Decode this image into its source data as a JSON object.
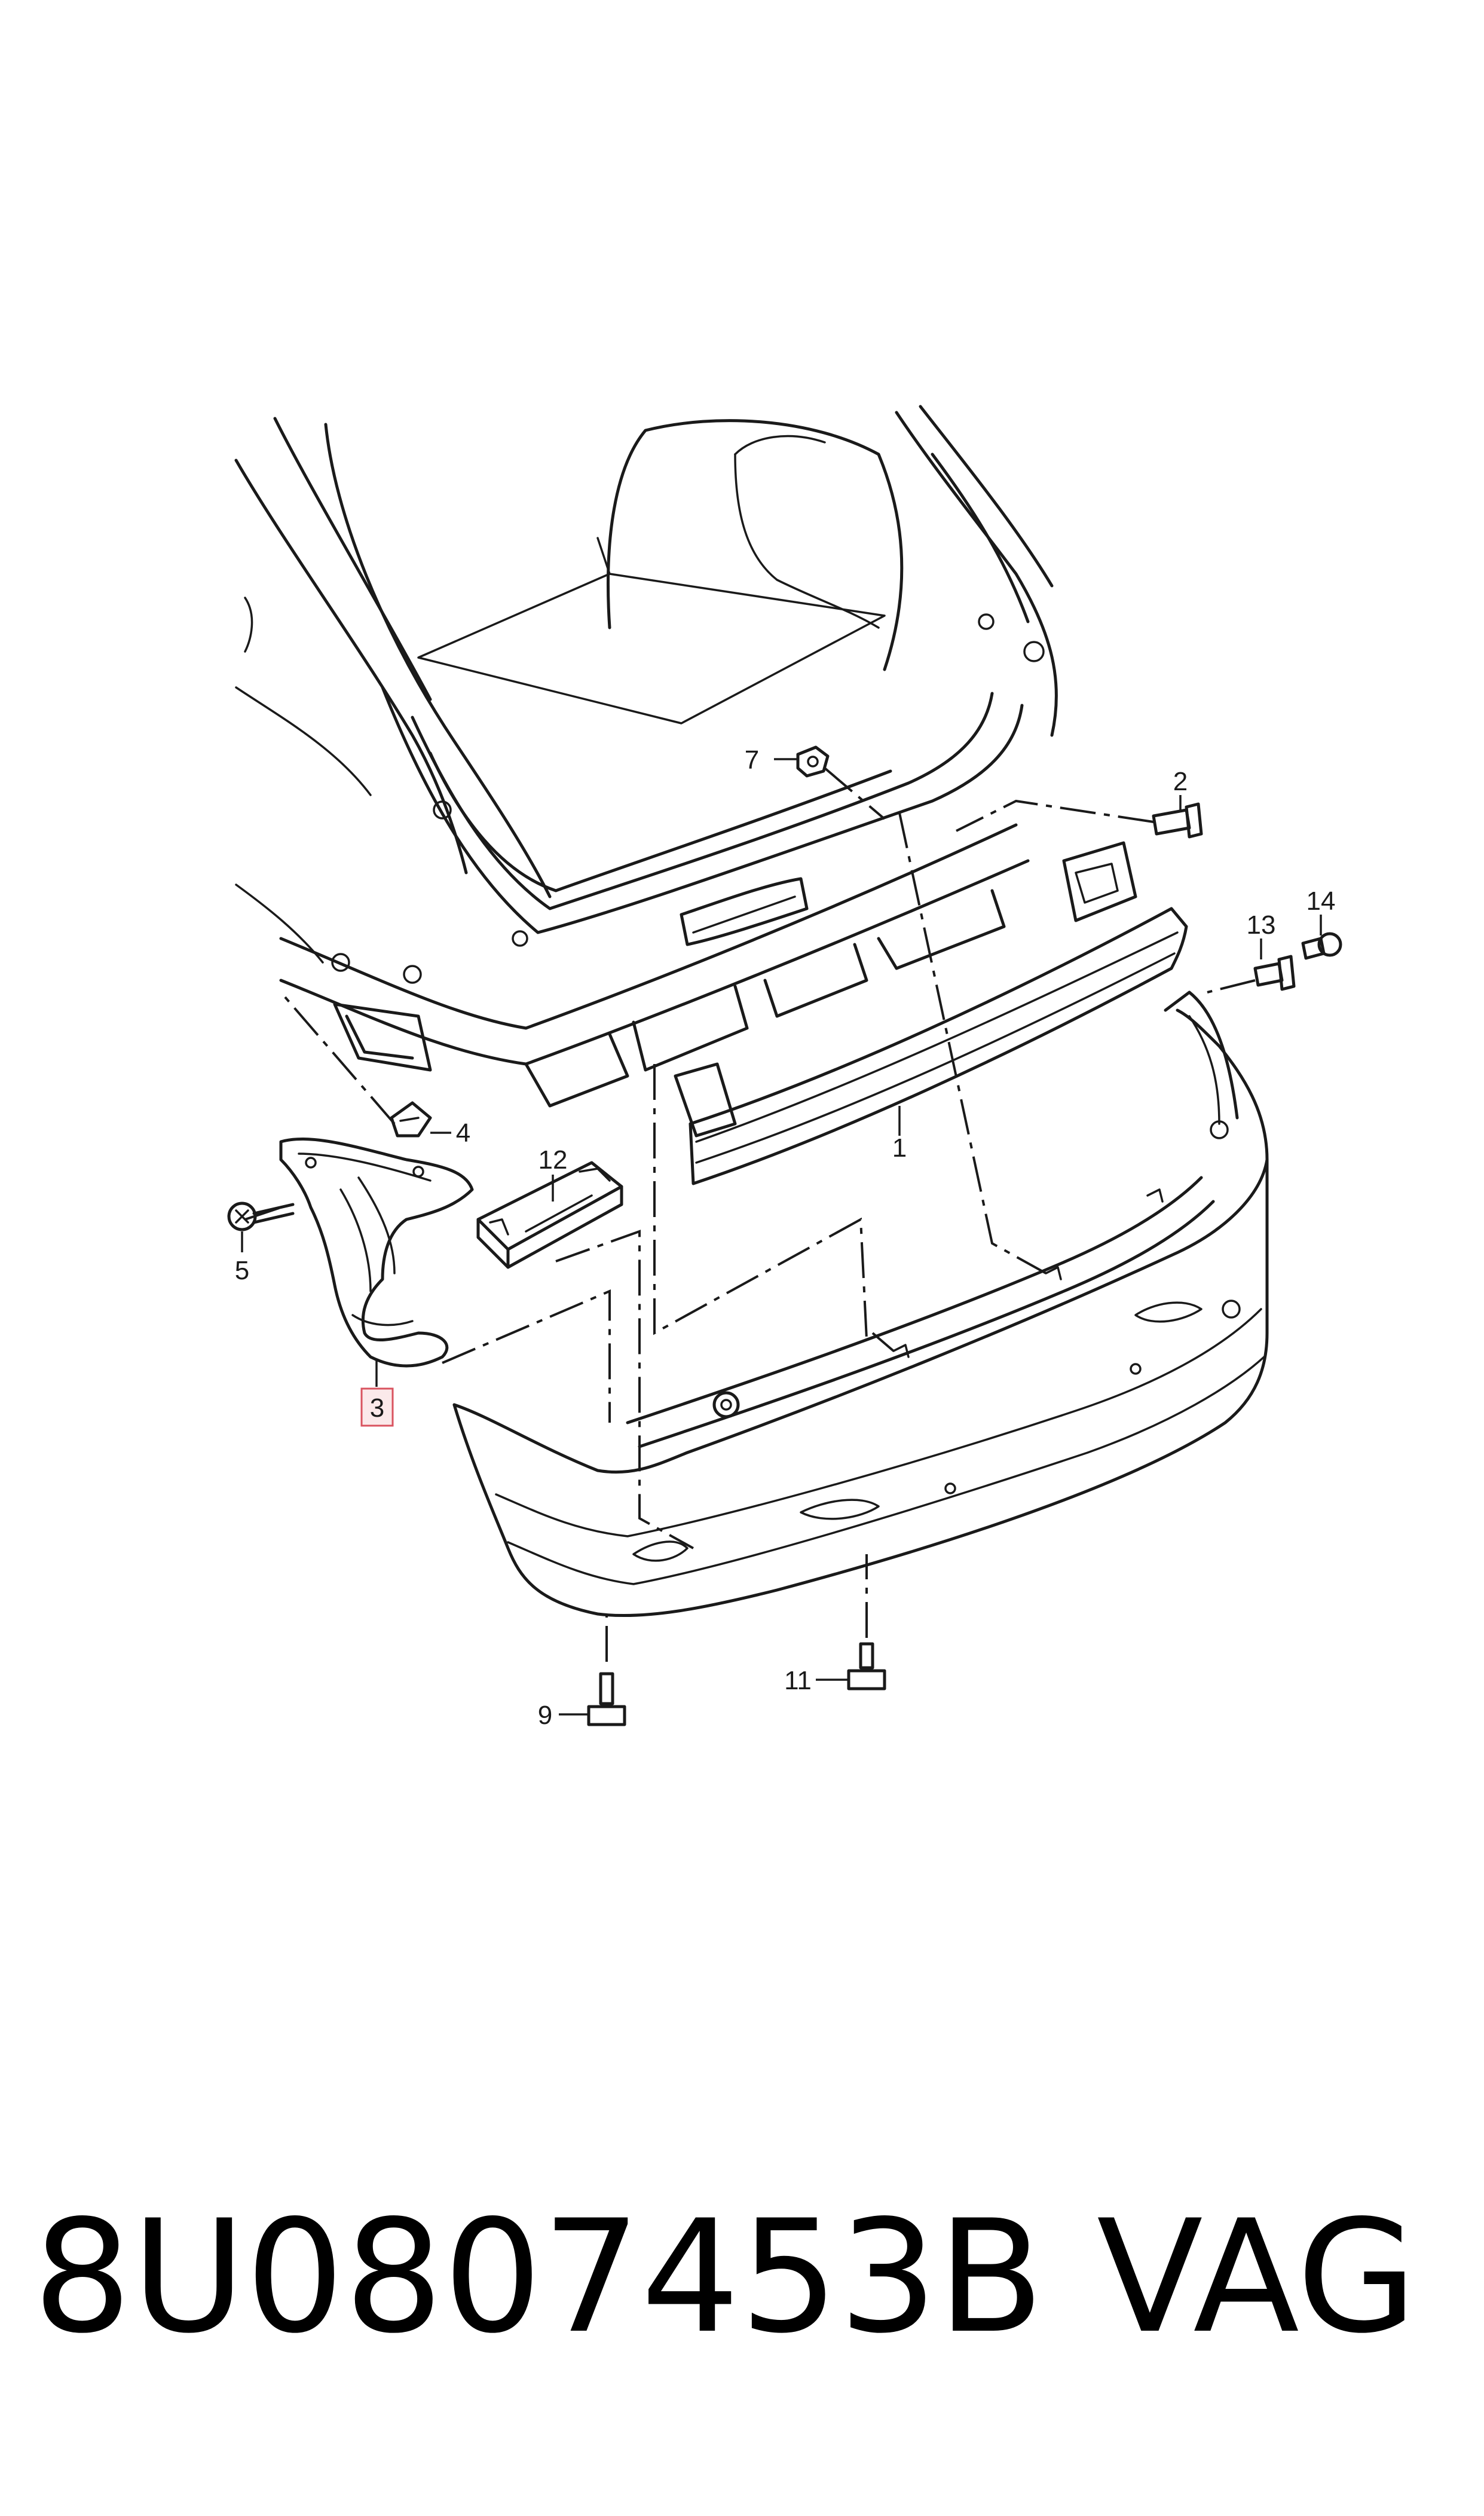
{
  "diagram": {
    "callouts": [
      "1",
      "2",
      "3",
      "4",
      "5",
      "7",
      "9",
      "11",
      "12",
      "13",
      "14"
    ],
    "highlighted_callout": "3",
    "highlight_color": "#d9535f",
    "highlight_fill": "#fbe9ea",
    "line_color": "#1a1a1a"
  },
  "footer": {
    "part_number": "8U0807453B",
    "brand": "VAG"
  }
}
